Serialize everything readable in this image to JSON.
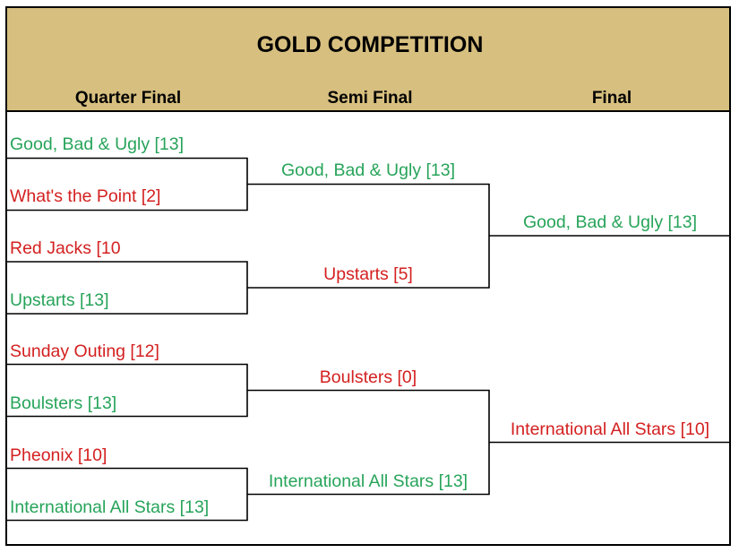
{
  "title": "GOLD COMPETITION",
  "columns": {
    "quarter": "Quarter Final",
    "semi": "Semi Final",
    "final": "Final"
  },
  "quarter_final": [
    {
      "team": "Good, Bad & Ugly [13]",
      "result": "win"
    },
    {
      "team": "What's the Point [2]",
      "result": "loss"
    },
    {
      "team": "Red Jacks [10",
      "result": "loss"
    },
    {
      "team": "Upstarts [13]",
      "result": "win"
    },
    {
      "team": "Sunday Outing [12]",
      "result": "loss"
    },
    {
      "team": "Boulsters [13]",
      "result": "win"
    },
    {
      "team": "Pheonix [10]",
      "result": "loss"
    },
    {
      "team": "International All Stars [13]",
      "result": "win"
    }
  ],
  "semi_final": [
    {
      "team": "Good, Bad & Ugly [13]",
      "result": "win"
    },
    {
      "team": "Upstarts [5]",
      "result": "loss"
    },
    {
      "team": "Boulsters [0]",
      "result": "loss"
    },
    {
      "team": "International All Stars [13]",
      "result": "win"
    }
  ],
  "final": [
    {
      "team": "Good, Bad & Ugly [13]",
      "result": "win"
    },
    {
      "team": "International All Stars [10]",
      "result": "loss"
    }
  ],
  "colors": {
    "header_bg": "#d7bf7f",
    "winner": "#27a45a",
    "loser": "#d42020",
    "line": "#000000"
  }
}
